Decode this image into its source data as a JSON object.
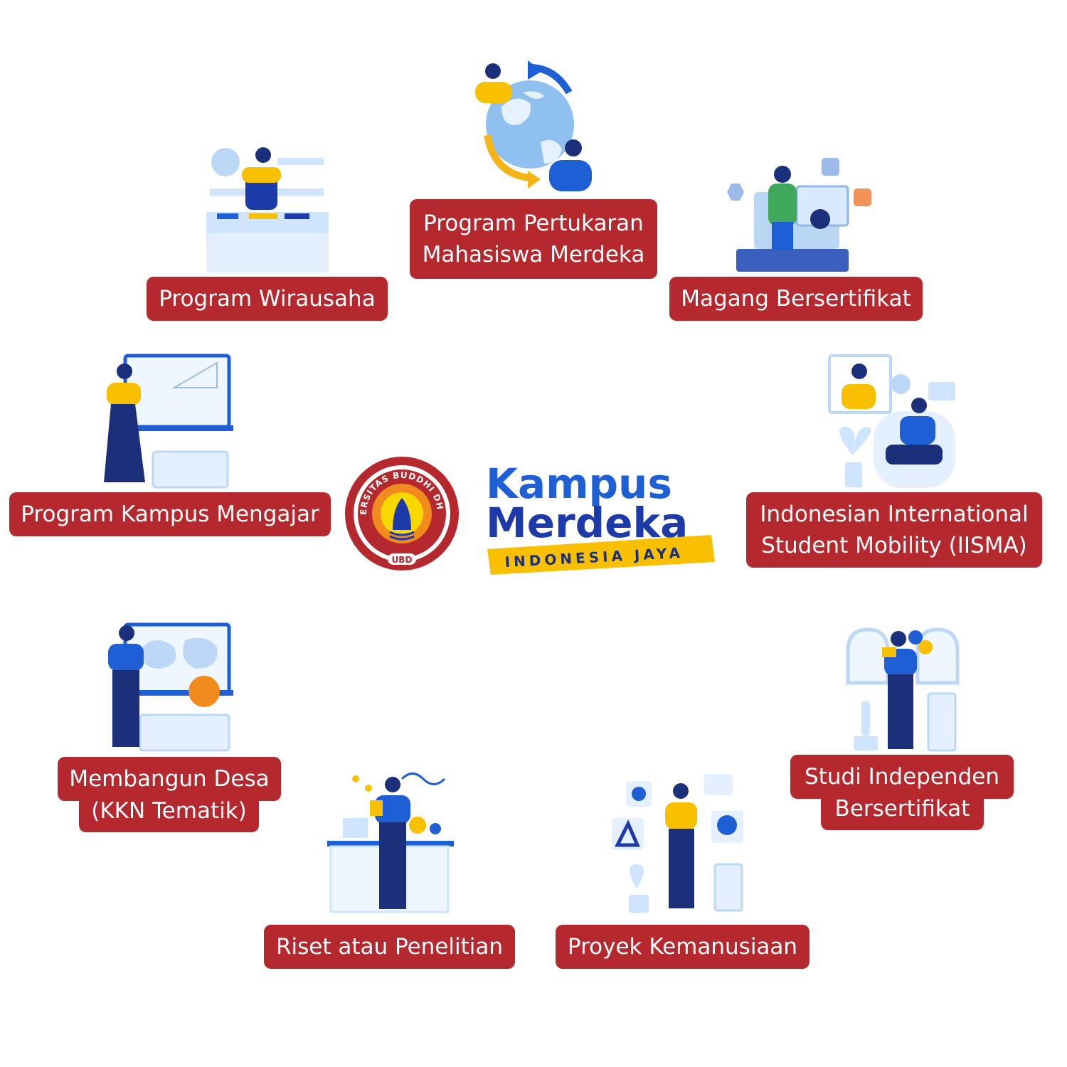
{
  "colors": {
    "label_bg": "#b5282d",
    "blue": "#1c3aa9",
    "light_blue": "#cfe5ff",
    "yellow": "#f9c000"
  },
  "center": {
    "seal_text_top": "UNIVERSITAS BUDDHI DHARMA",
    "seal_text_bottom": "UBD",
    "brand_line1": "Kampus",
    "brand_line2": "Merdeka",
    "ribbon": "INDONESIA JAYA"
  },
  "programs": [
    {
      "lines": [
        "Program Pertukaran",
        "Mahasiswa Merdeka"
      ],
      "icon": "globe-exchange-icon"
    },
    {
      "lines": [
        "Program Wirausaha"
      ],
      "icon": "kitchen-business-icon"
    },
    {
      "lines": [
        "Magang Bersertifikat"
      ],
      "icon": "certificate-laptop-icon"
    },
    {
      "lines": [
        "Program Kampus Mengajar"
      ],
      "icon": "teacher-whiteboard-icon"
    },
    {
      "lines": [
        "Indonesian International",
        "Student Mobility (IISMA)"
      ],
      "icon": "online-class-icon"
    },
    {
      "lines": [
        "Membangun Desa",
        "(KKN Tematik)"
      ],
      "icon": "map-globe-icon"
    },
    {
      "lines": [
        "Studi Independen",
        "Bersertifikat"
      ],
      "icon": "independent-study-icon"
    },
    {
      "lines": [
        "Riset atau Penelitian"
      ],
      "icon": "laboratory-icon"
    },
    {
      "lines": [
        "Proyek Kemanusiaan"
      ],
      "icon": "humanitarian-project-icon"
    }
  ]
}
